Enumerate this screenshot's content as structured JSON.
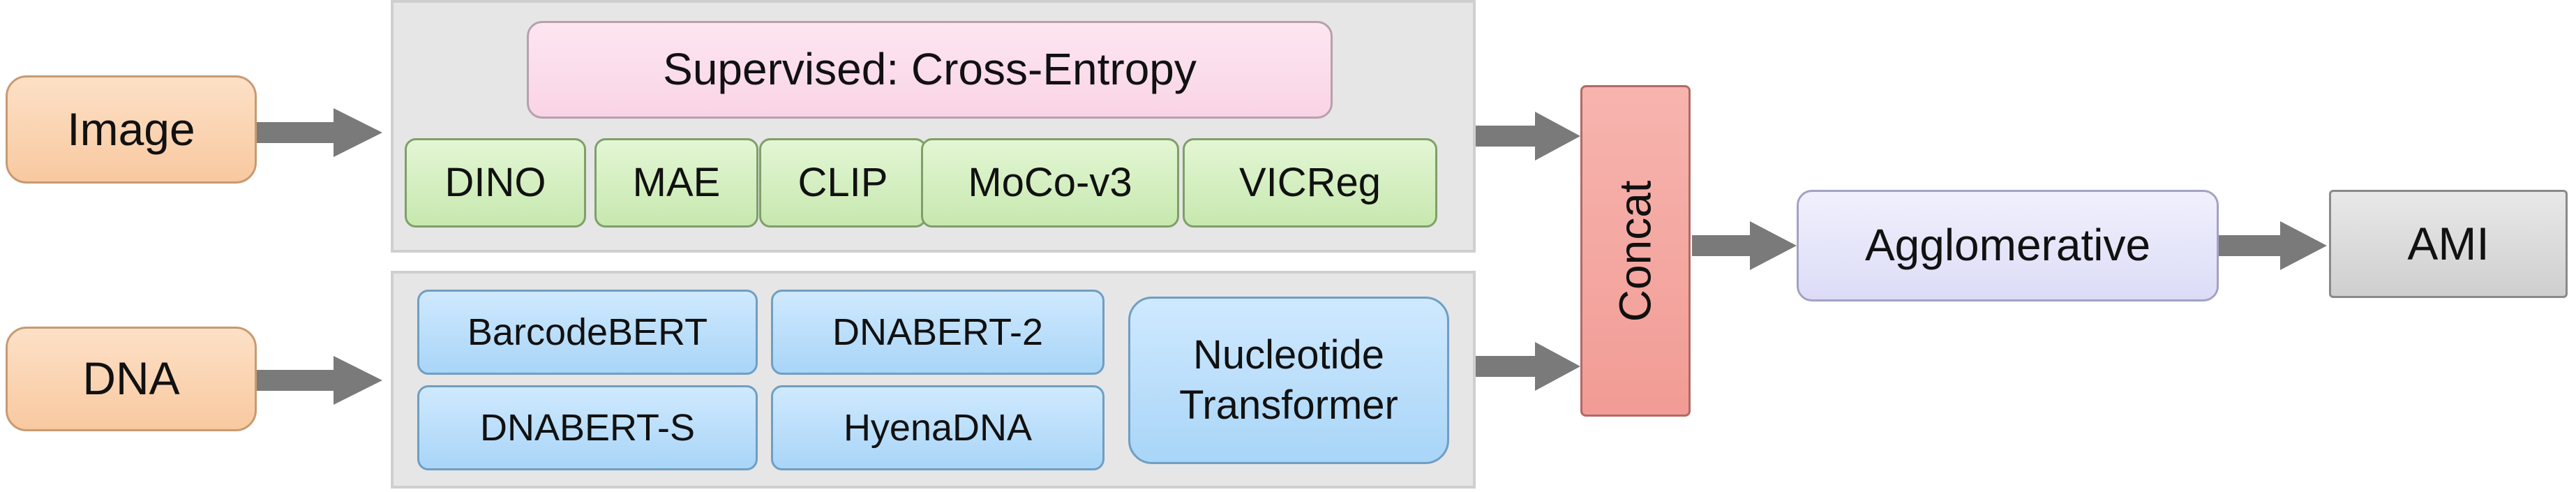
{
  "inputs": {
    "image": "Image",
    "dna": "DNA"
  },
  "image_encoders": {
    "supervised": "Supervised: Cross-Entropy",
    "ssl": [
      "DINO",
      "MAE",
      "CLIP",
      "MoCo-v3",
      "VICReg"
    ]
  },
  "dna_encoders": {
    "models": [
      "BarcodeBERT",
      "DNABERT-2",
      "DNABERT-S",
      "HyenaDNA"
    ],
    "large_model": [
      "Nucleotide",
      "Transformer"
    ]
  },
  "fusion": "Concat",
  "clustering": "Agglomerative",
  "metric": "AMI",
  "colors": {
    "input": "#f8c9a0",
    "supervised": "#f9d4e6",
    "ssl": "#c7e8af",
    "dna_model": "#a9d5f7",
    "concat": "#f19c95",
    "agglomerative": "#dcdcf7",
    "ami": "#cfcfcf",
    "arrow": "#7a7a7a",
    "group_background": "#e6e6e6"
  }
}
